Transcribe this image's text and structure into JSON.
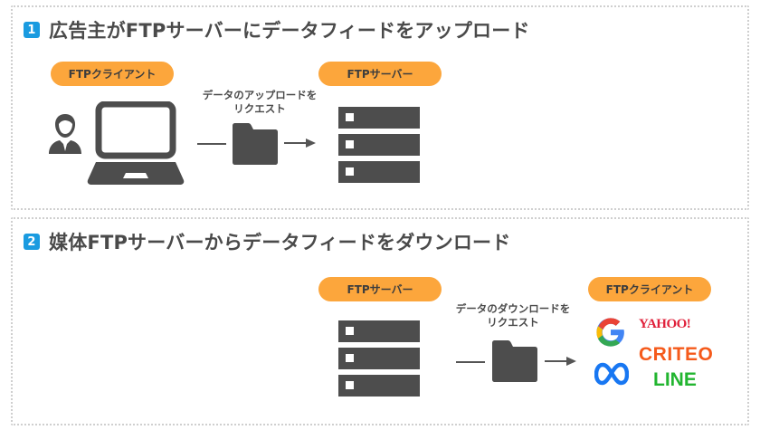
{
  "step1": {
    "number": "1",
    "title": "広告主がFTPサーバーにデータフィードをアップロード",
    "client_label": "FTPクライアント",
    "server_label": "FTPサーバー",
    "request_line1": "データのアップロードを",
    "request_line2": "リクエスト"
  },
  "step2": {
    "number": "2",
    "title": "媒体FTPサーバーからデータフィードをダウンロード",
    "server_label": "FTPサーバー",
    "client_label": "FTPクライアント",
    "request_line1": "データのダウンロードを",
    "request_line2": "リクエスト",
    "logos": {
      "yahoo": "YAHOO!",
      "criteo": "CRITEO",
      "line": "LINE"
    }
  },
  "colors": {
    "badge": "#1a9be0",
    "pill": "#fca63c",
    "icon": "#4d4d4d",
    "yahoo": "#e0203a",
    "criteo": "#f55a1b",
    "line": "#22b530",
    "meta": "#1877f2"
  }
}
